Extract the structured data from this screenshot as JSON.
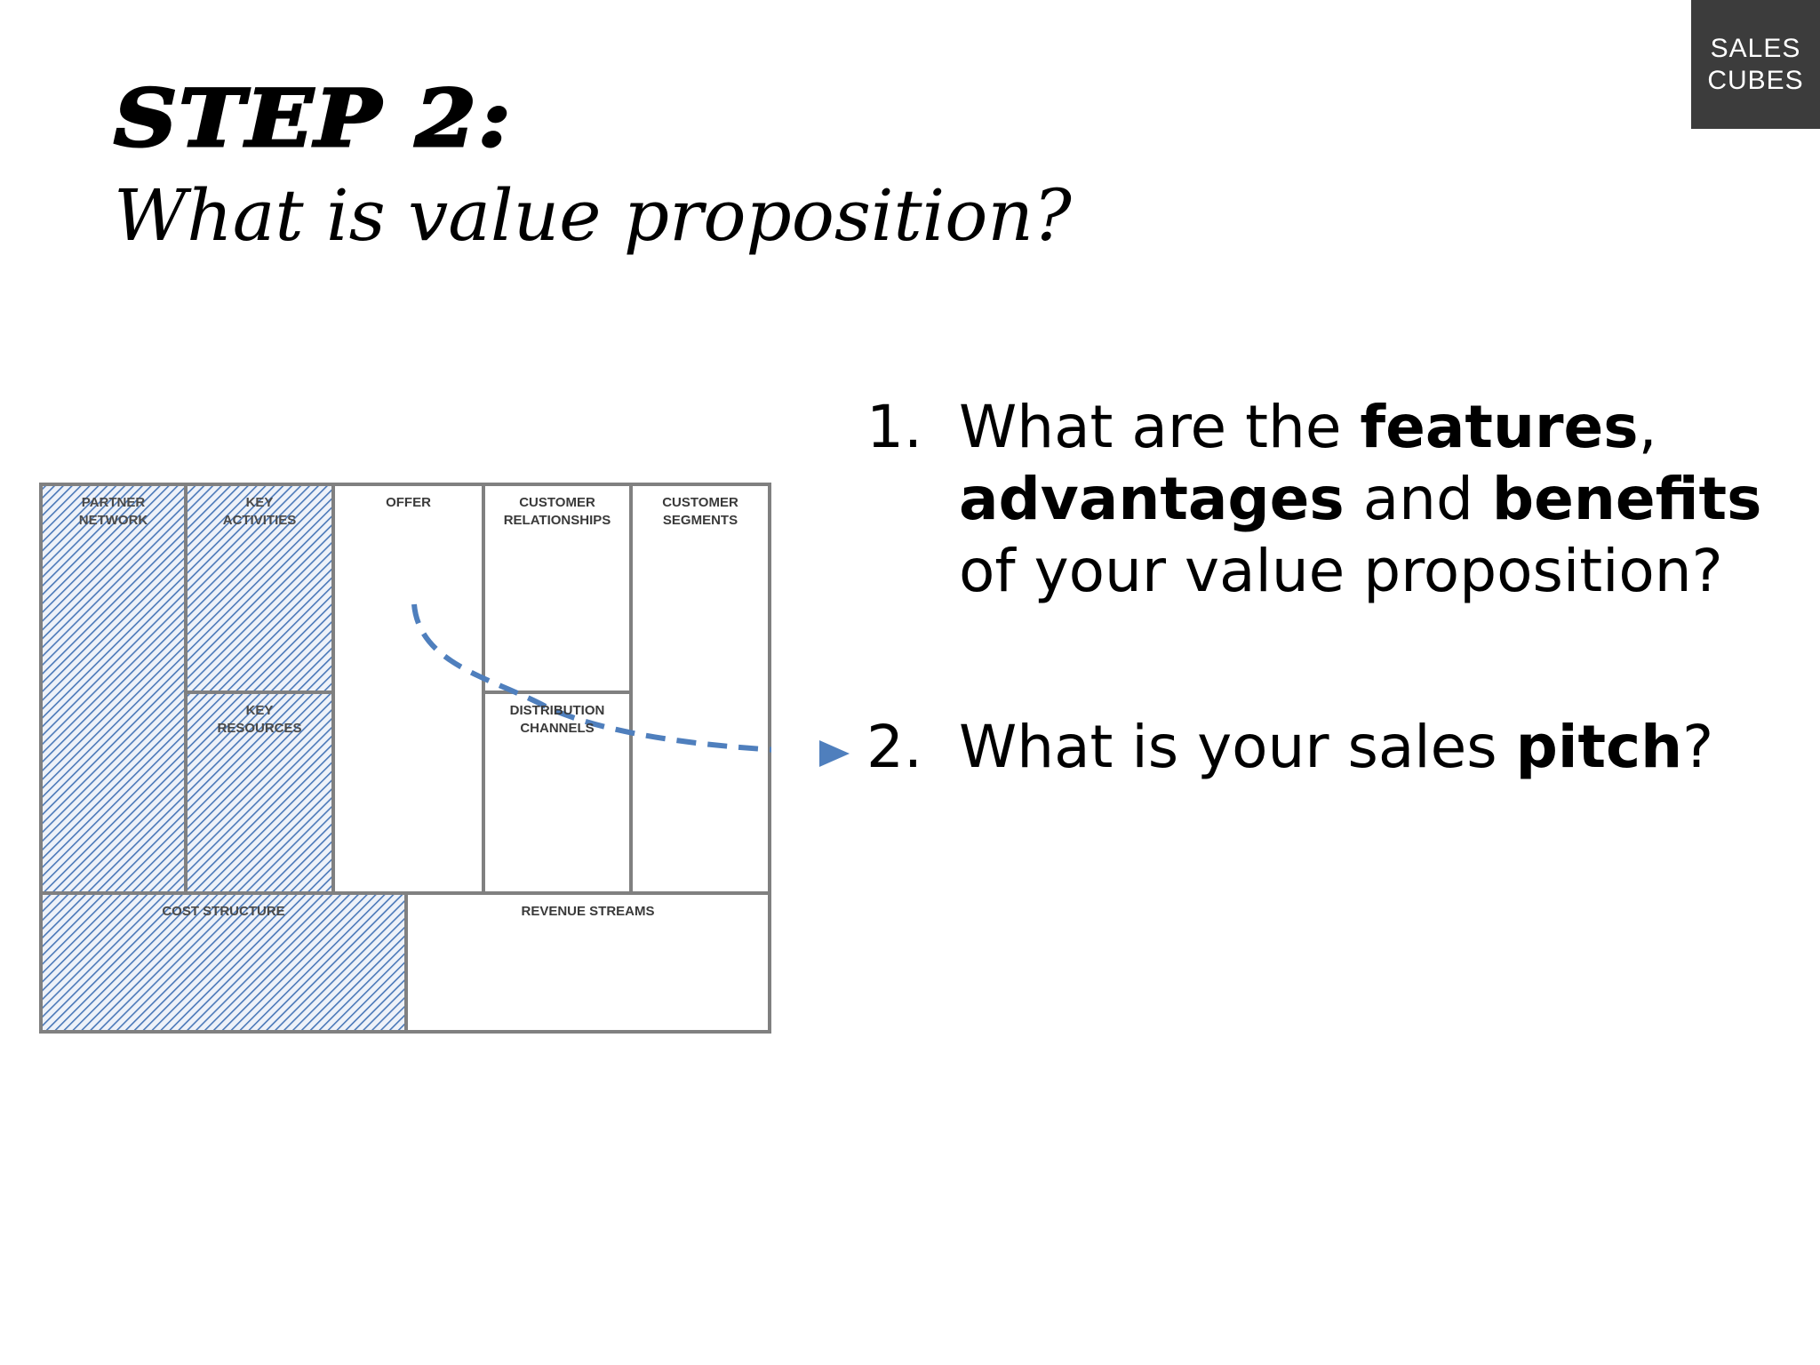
{
  "logo": {
    "line1": "SALES",
    "line2": "CUBES"
  },
  "title": {
    "step": "STEP 2:",
    "subtitle": "What is value proposition?"
  },
  "canvas": {
    "cells": {
      "partner_network": "PARTNER\nNETWORK",
      "key_activities": "KEY\nACTIVITIES",
      "offer": "OFFER",
      "customer_relationships": "CUSTOMER\nRELATIONSHIPS",
      "customer_segments": "CUSTOMER\nSEGMENTS",
      "key_resources": "KEY\nRESOURCES",
      "distribution_channels": "DISTRIBUTION\nCHANNELS",
      "cost_structure": "COST STRUCTURE",
      "revenue_streams": "REVENUE STREAMS"
    },
    "colors": {
      "hatch": "#4a78b8",
      "border": "#808080",
      "arrow": "#4f7fbd"
    }
  },
  "questions": {
    "q1": {
      "number": "1.",
      "t1": "What are the ",
      "b1": "features",
      "t2": ",",
      "b2": "advantages",
      "t3": " and ",
      "b3": "benefits",
      "t4": "of your value proposition?"
    },
    "q2": {
      "number": "2.",
      "t1": "What is your sales ",
      "b1": "pitch",
      "t2": "?"
    }
  }
}
